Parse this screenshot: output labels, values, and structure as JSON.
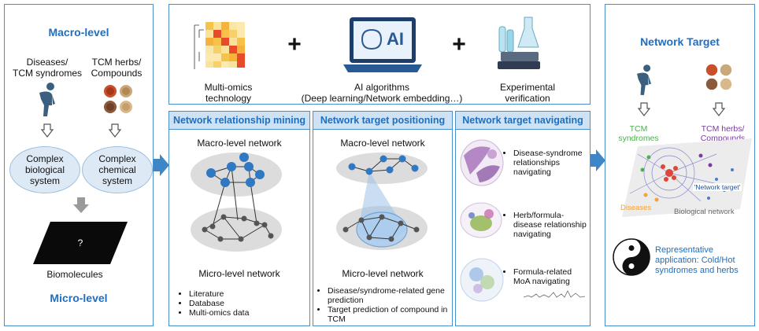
{
  "left": {
    "macro_title": "Macro-level",
    "diseases_label": "Diseases/\nTCM syndromes",
    "herbs_label": "TCM herbs/\nCompounds",
    "bio_system": "Complex\nbiological\nsystem",
    "chem_system": "Complex\nchemical\nsystem",
    "question": "?",
    "biomolecules": "Biomolecules",
    "micro_title": "Micro-level"
  },
  "top": {
    "multiomics": "Multi-omics\ntechnology",
    "ai_badge": "AI",
    "ai": "AI algorithms\n(Deep learning/Network embedding…)",
    "experimental": "Experimental\nverification",
    "plus": "+"
  },
  "mining": {
    "title": "Network relationship mining",
    "macro": "Macro-level network",
    "micro": "Micro-level network",
    "bullets": [
      "Literature",
      "Database",
      "Multi-omics data"
    ]
  },
  "positioning": {
    "title": "Network target positioning",
    "macro": "Macro-level network",
    "micro": "Micro-level network",
    "bullets": [
      "Disease/syndrome-related gene prediction",
      "Target prediction of compound in TCM"
    ]
  },
  "navigating": {
    "title": "Network target navigating",
    "items": [
      "Disease-syndrome relationships navigating",
      "Herb/formula-disease relationship navigating",
      "Formula-related MoA navigating"
    ]
  },
  "right": {
    "title": "Network Target",
    "tcm_syndromes": "TCM\nsyndromes",
    "tcm_herbs": "TCM herbs/\nCompounds",
    "network_target": "'Network target'",
    "diseases": "Diseases",
    "bio_network": "Biological network",
    "representative": "Representative\napplication: Cold/Hot\nsyndromes and herbs"
  }
}
